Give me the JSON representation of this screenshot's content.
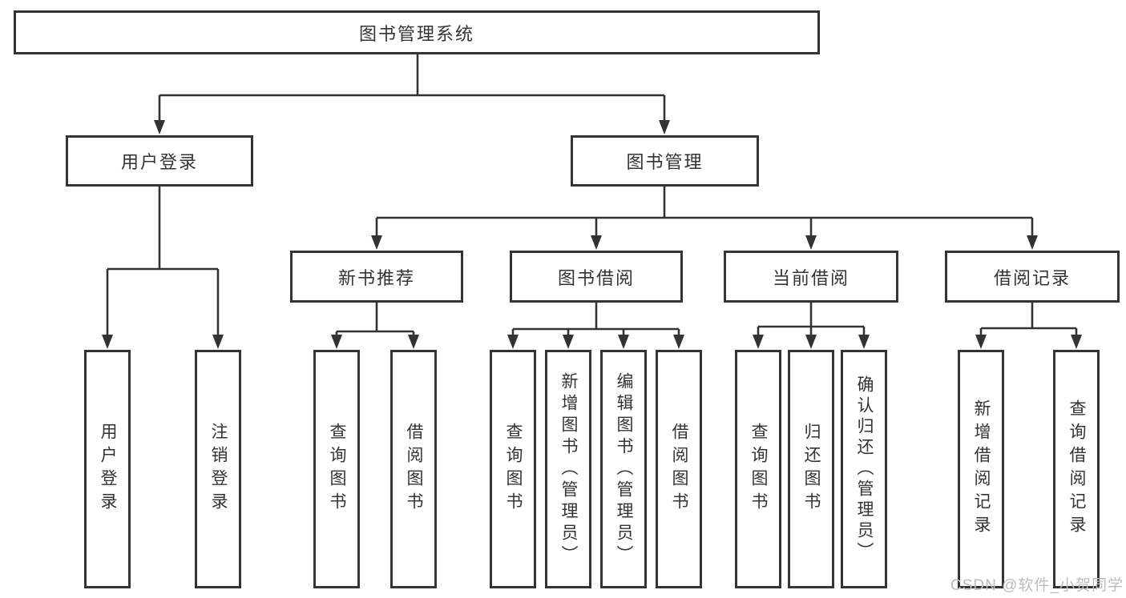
{
  "diagram": {
    "title": "图书管理系统",
    "nodes": {
      "root": "图书管理系统",
      "level2": [
        "用户登录",
        "图书管理"
      ],
      "level3": [
        "新书推荐",
        "图书借阅",
        "当前借阅",
        "借阅记录"
      ],
      "level4": {
        "user_login": [
          "用户登录",
          "注销登录"
        ],
        "new_book": [
          "查询图书",
          "借阅图书"
        ],
        "book_borrow": [
          "查询图书",
          "新增图书（管理员）",
          "编辑图书（管理员）",
          "借阅图书"
        ],
        "current_borrow": [
          "查询图书",
          "归还图书",
          "确认归还（管理员）"
        ],
        "borrow_record": [
          "新增借阅记录",
          "查询借阅记录"
        ]
      }
    },
    "colors": {
      "line": "#333333",
      "box_border": "#333333",
      "box_fill": "#ffffff",
      "text": "#333333",
      "watermark_text": "#bcbcbc",
      "background": "#ffffff"
    }
  },
  "watermark": "CSDN @软件_小贺同学"
}
